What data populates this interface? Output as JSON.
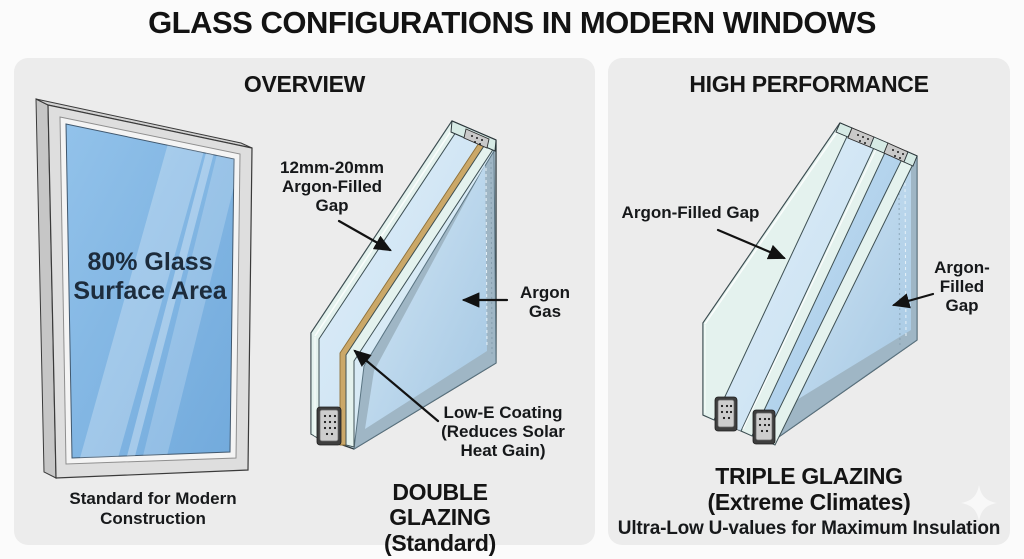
{
  "title": "GLASS CONFIGURATIONS IN MODERN WINDOWS",
  "colors": {
    "panel_bg": "#ECECEC",
    "glass_blue": "#84B9E3",
    "pane_cyan": "#E4F2EE",
    "gap_blue": "#D8EAF5",
    "coating_tan": "#CBA868",
    "face_border_blue": "#9FB6C5",
    "face_inner_blue": "#BCD8EE",
    "frame_gray": "#DEDEDE",
    "spacer_gray": "#C9C9C9",
    "outline_dark": "#2B363A",
    "arrow_black": "#121212"
  },
  "overview": {
    "header": "OVERVIEW",
    "window": {
      "glass_label": "80% Glass\nSurface Area",
      "caption": "Standard for Modern\nConstruction"
    },
    "double_glazing": {
      "labels": {
        "gap": "12mm-20mm\nArgon-Filled\nGap",
        "argon_gas": "Argon\nGas",
        "low_e": "Low-E Coating\n(Reduces Solar\nHeat Gain)"
      },
      "caption_title": "DOUBLE GLAZING",
      "caption_subtitle": "(Standard)"
    }
  },
  "high_performance": {
    "header": "HIGH PERFORMANCE",
    "triple_glazing": {
      "labels": {
        "gap_left": "Argon-Filled Gap",
        "gap_right": "Argon-\nFilled\nGap"
      },
      "caption_title": "TRIPLE GLAZING",
      "caption_subtitle": "(Extreme Climates)",
      "caption_note": "Ultra-Low U-values for Maximum Insulation"
    }
  }
}
